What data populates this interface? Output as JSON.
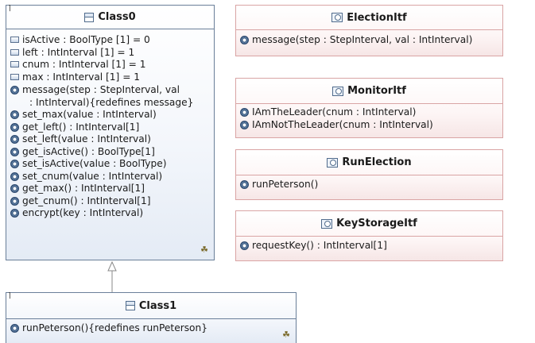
{
  "classes": {
    "class0": {
      "name": "Class0",
      "attributes": [
        "isActive : BoolType [1] = 0",
        "left : IntInterval [1] = 1",
        "cnum : IntInterval [1] = 1",
        "max : IntInterval [1] = 1"
      ],
      "operations": [
        "message(step : StepInterval, val",
        ": IntInterval){redefines message}",
        "set_max(value : IntInterval)",
        "get_left() : IntInterval[1]",
        "set_left(value : IntInterval)",
        "get_isActive() : BoolType[1]",
        "set_isActive(value : BoolType)",
        "set_cnum(value : IntInterval)",
        "get_max() : IntInterval[1]",
        "get_cnum() : IntInterval[1]",
        "encrypt(key : IntInterval)"
      ]
    },
    "class1": {
      "name": "Class1",
      "operations": [
        "runPeterson(){redefines runPeterson}"
      ]
    }
  },
  "interfaces": {
    "election": {
      "name": "ElectionItf",
      "operations": [
        "message(step : StepInterval, val : IntInterval)"
      ]
    },
    "monitor": {
      "name": "MonitorItf",
      "operations": [
        "IAmTheLeader(cnum : IntInterval)",
        "IAmNotTheLeader(cnum : IntInterval)"
      ]
    },
    "runelection": {
      "name": "RunElection",
      "operations": [
        "runPeterson()"
      ]
    },
    "keystorage": {
      "name": "KeyStorageItf",
      "operations": [
        "requestKey() : IntInterval[1]"
      ]
    }
  },
  "icons": {
    "class": "class-icon",
    "interface": "interface-icon",
    "attribute": "attribute-icon",
    "operation": "operation-icon",
    "structure": "structure-icon"
  },
  "colors": {
    "class_border": "#6a7f99",
    "interface_border": "#d9a4a4"
  }
}
